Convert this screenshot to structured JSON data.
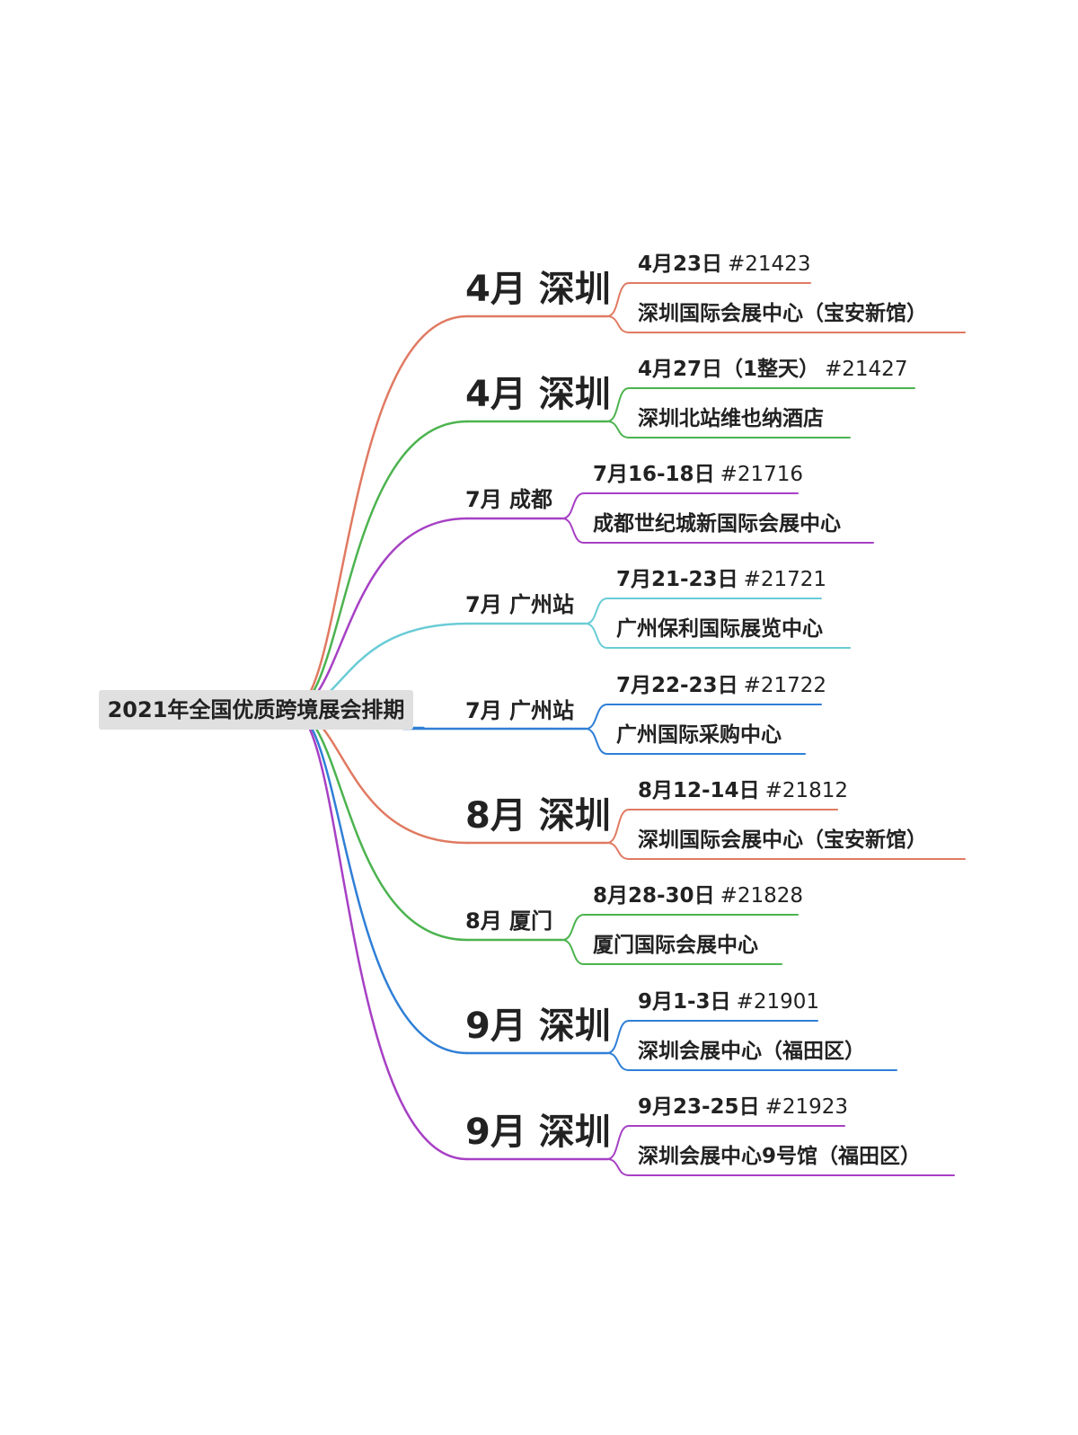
{
  "root": {
    "label": "2021年全国优质跨境展会排期"
  },
  "colors": {
    "orange": "#e07a62",
    "green": "#4cb34f",
    "purple": "#a640c4",
    "cyan": "#6accd6",
    "blue": "#2f7fd6"
  },
  "events": [
    {
      "branch": "4月 深圳",
      "date": "4月23日",
      "code": "#21423",
      "venue": "深圳国际会展中心（宝安新馆）",
      "color": "orange"
    },
    {
      "branch": "4月 深圳",
      "date": "4月27日（1整天）",
      "code": "#21427",
      "venue": "深圳北站维也纳酒店",
      "color": "green"
    },
    {
      "branch": "7月 成都",
      "date": "7月16-18日",
      "code": "#21716",
      "venue": "成都世纪城新国际会展中心",
      "color": "purple"
    },
    {
      "branch": "7月 广州站",
      "date": "7月21-23日",
      "code": "#21721",
      "venue": "广州保利国际展览中心",
      "color": "cyan"
    },
    {
      "branch": "7月 广州站",
      "date": "7月22-23日",
      "code": "#21722",
      "venue": "广州国际采购中心",
      "color": "blue"
    },
    {
      "branch": "8月 深圳",
      "date": "8月12-14日",
      "code": "#21812",
      "venue": "深圳国际会展中心（宝安新馆）",
      "color": "orange"
    },
    {
      "branch": "8月 厦门",
      "date": "8月28-30日",
      "code": "#21828",
      "venue": "厦门国际会展中心",
      "color": "green"
    },
    {
      "branch": "9月 深圳",
      "date": "9月1-3日",
      "code": "#21901",
      "venue": "深圳会展中心（福田区）",
      "color": "blue"
    },
    {
      "branch": "9月 深圳",
      "date": "9月23-25日",
      "code": "#21923",
      "venue": "深圳会展中心9号馆（福田区）",
      "color": "purple"
    }
  ]
}
